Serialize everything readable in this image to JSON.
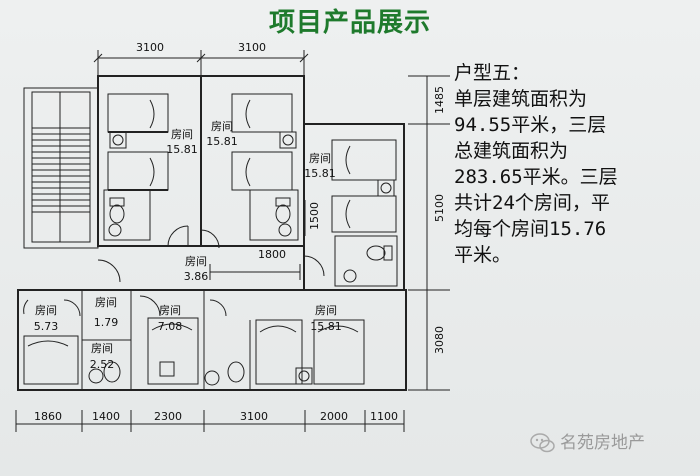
{
  "title": "项目产品展示",
  "description_lines": [
    "户型五：",
    "单层建筑面积为",
    "94.55平米，三层",
    "总建筑面积为",
    "283.65平米。三层",
    "共计24个房间，平",
    "均每个房间15.76",
    "平米。"
  ],
  "dims_top": [
    "3100",
    "3100"
  ],
  "dims_bottom": [
    "1860",
    "1400",
    "2300",
    "3100",
    "2000",
    "1100"
  ],
  "dims_right": [
    "1485",
    "5100",
    "3080"
  ],
  "dim_inner_1800": "1800",
  "dim_inner_1500": "1500",
  "rooms": [
    {
      "label": "房间",
      "area": "15.81"
    },
    {
      "label": "房间",
      "area": "15.81"
    },
    {
      "label": "房间",
      "area": "15.81"
    },
    {
      "label": "房间",
      "area": "3.86"
    },
    {
      "label": "房间",
      "area": "5.73"
    },
    {
      "label": "房间",
      "area": "1.79"
    },
    {
      "label": "房间",
      "area": "2.52"
    },
    {
      "label": "房间",
      "area": "7.08"
    },
    {
      "label": "房间",
      "area": "15.81"
    }
  ],
  "watermark": "名苑房地产"
}
